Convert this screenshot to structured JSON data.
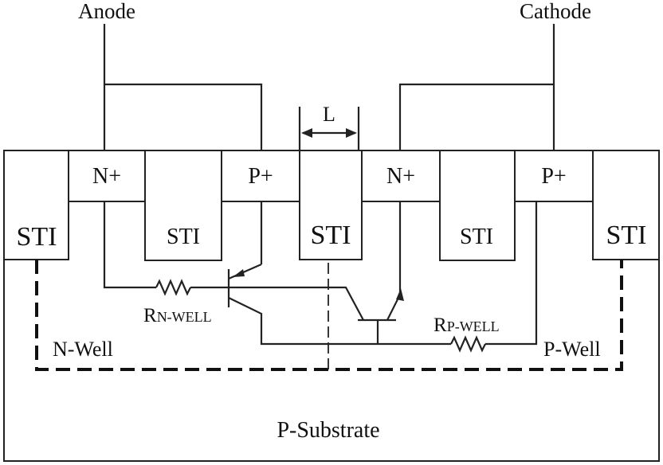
{
  "terminals": {
    "anode": "Anode",
    "cathode": "Cathode"
  },
  "dimension": {
    "label": "L"
  },
  "regions": {
    "sti": "STI",
    "n_plus": "N+",
    "p_plus": "P+",
    "n_well": "N-Well",
    "p_well": "P-Well",
    "p_substrate": "P-Substrate"
  },
  "resistors": {
    "rn_well_main": "R",
    "rn_well_sub": "N-WELL",
    "rp_well_main": "R",
    "rp_well_sub": "P-WELL"
  }
}
